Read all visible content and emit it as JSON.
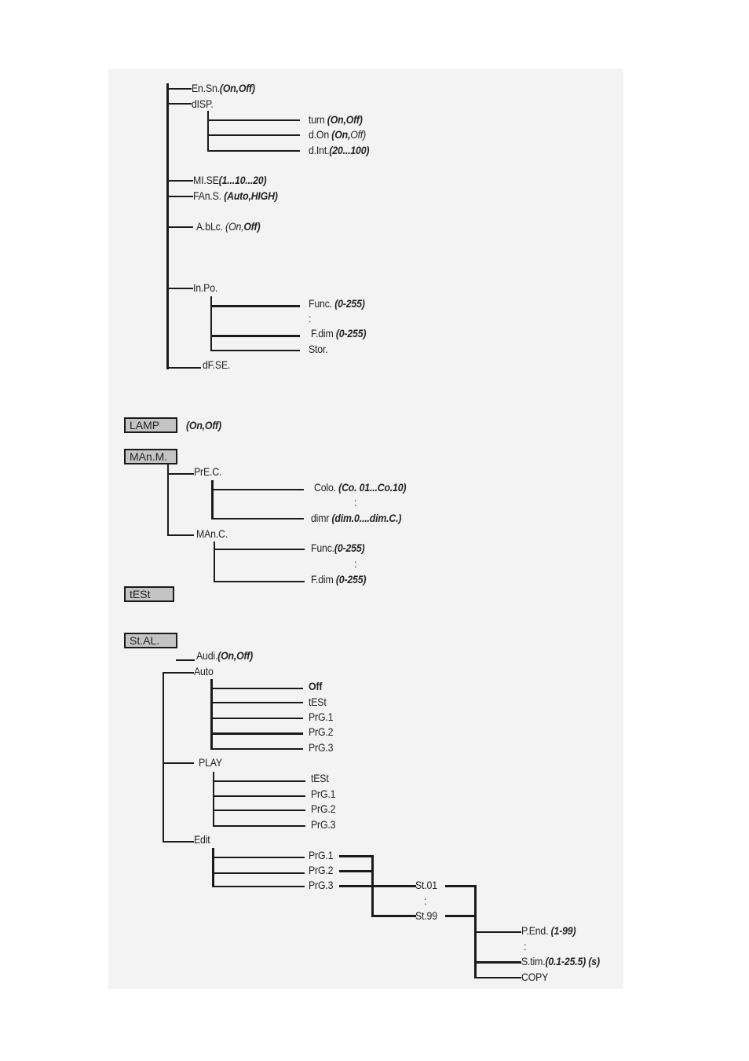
{
  "menu1": {
    "en_sn": "En.Sn.",
    "en_sn_opts": "(On,Off)",
    "disp": "dISP.",
    "turn": "turn",
    "turn_opts": "(On,Off)",
    "d_on": "d.On",
    "d_on_opt_a": "(On,",
    "d_on_opt_b": "Off)",
    "d_int": "d.Int.",
    "d_int_opts": "(20...100)",
    "mi_se": "MI.SE",
    "mi_se_opts": "(1...10...20)",
    "fan_s": "FAn.S.",
    "fan_s_opts": "(Auto,HIGH)",
    "a_blc": "A.bLc.",
    "a_blc_opt_a": "(On,",
    "a_blc_opt_b": "Off)",
    "in_po": "In.Po.",
    "func": "Func.",
    "func_opts": "(0-255)",
    "colon": ":",
    "f_dim": "F.dim",
    "f_dim_opts": "(0-255)",
    "stor": "Stor.",
    "df_se": "dF.SE."
  },
  "lamp": {
    "label": "LAMP",
    "opts": "(On,Off)"
  },
  "manm": {
    "label": "MAn.M.",
    "prec": "PrE.C.",
    "colo": "Colo.",
    "colo_opts": "(Co.   01...Co.10)",
    "colon": ":",
    "dimr": "dimr",
    "dimr_opts": "(dim.0....dim.C.)",
    "manc": "MAn.C.",
    "func": "Func.",
    "func_opts": "(0-255)",
    "colon2": ":",
    "f_dim": "F.dim",
    "f_dim_opts": "(0-255)"
  },
  "test": {
    "label": "tESt"
  },
  "stal": {
    "label": "St.AL.",
    "audi": "Audi.",
    "audi_opts": "(On,Off)",
    "auto": "Auto",
    "auto_items": [
      "Off",
      "tESt",
      "PrG.1",
      "PrG.2",
      "PrG.3"
    ],
    "play": "PLAY",
    "play_items": [
      "tESt",
      "PrG.1",
      "PrG.2",
      "PrG.3"
    ],
    "edit": "Edit",
    "edit_items": [
      "PrG.1",
      "PrG.2",
      "PrG.3"
    ],
    "st01": "St.01",
    "colon": ":",
    "st99": "St.99",
    "p_end": "P.End.",
    "p_end_opts": "(1-99)",
    "colon2": ":",
    "s_tim": "S.tim.",
    "s_tim_opts": "(0.1-25.5) (s)",
    "copy": "COPY"
  }
}
